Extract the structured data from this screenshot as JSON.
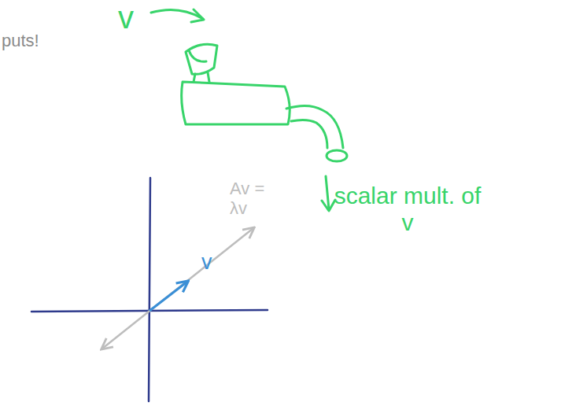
{
  "diagram": {
    "labels": [
      "puts!",
      "v",
      "Av = λv",
      "v",
      "scalar mult. of v"
    ]
  }
}
